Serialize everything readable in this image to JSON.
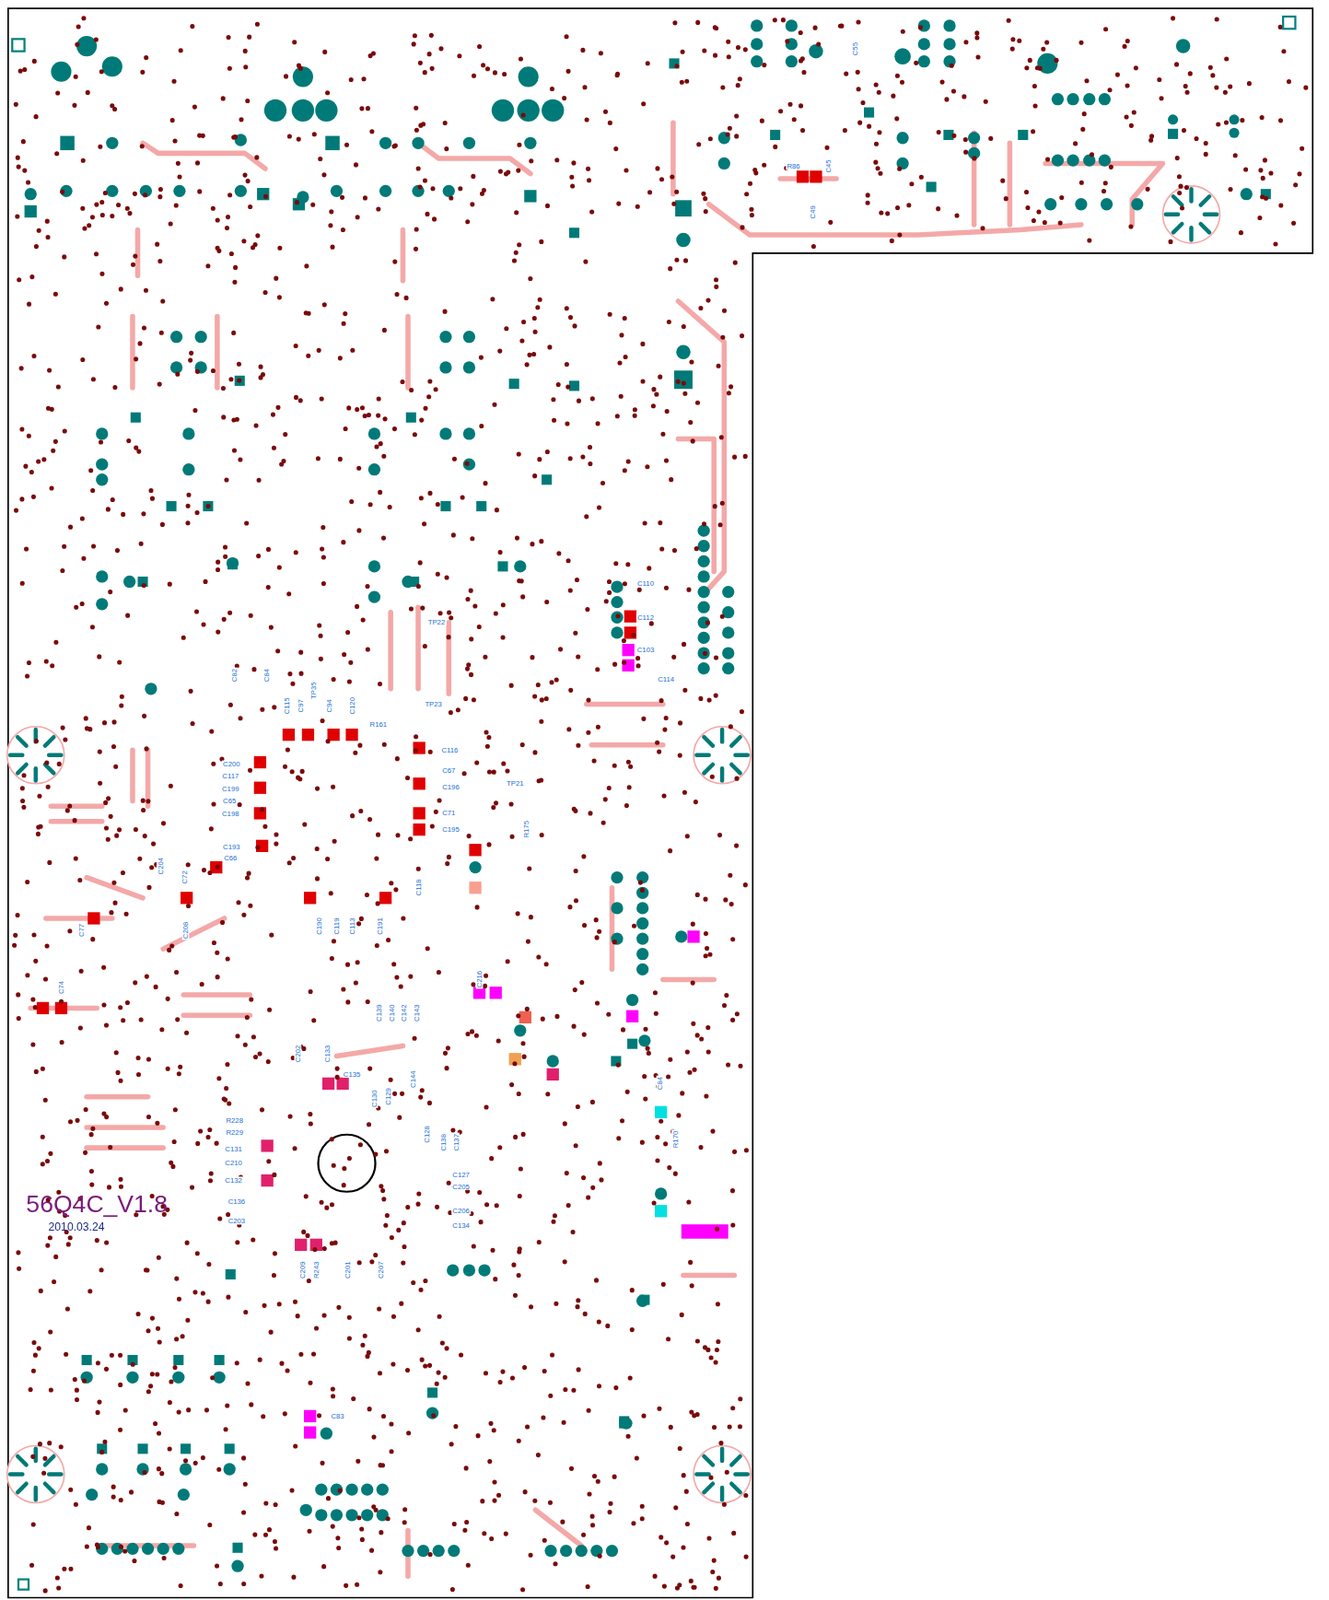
{
  "diagram": {
    "labels": [
      "C55",
      "R86",
      "C45",
      "C49",
      "C110",
      "C112",
      "C103",
      "C114",
      "TP22",
      "TP23",
      "C82",
      "C84",
      "C115",
      "C97",
      "TP35",
      "C94",
      "C120",
      "R161",
      "C116",
      "C67",
      "C196",
      "TP21",
      "C200",
      "C117",
      "C199",
      "C65",
      "C198",
      "C71",
      "C195",
      "R175",
      "C193",
      "C66",
      "C204",
      "C72",
      "C118",
      "C190",
      "C119",
      "C113",
      "C191",
      "C208",
      "C77",
      "C216",
      "C74",
      "C139",
      "C140",
      "C142",
      "C143",
      "C202",
      "C133",
      "C135",
      "C130",
      "C129",
      "C144",
      "C84",
      "R170",
      "R228",
      "R229",
      "C131",
      "C210",
      "C132",
      "C136",
      "C203",
      "C128",
      "C138",
      "C137",
      "C127",
      "C205",
      "C206",
      "C134",
      "C209",
      "R243",
      "C201",
      "C207",
      "C83",
      "56Q4C_V1.8",
      "2010.03.24"
    ]
  }
}
